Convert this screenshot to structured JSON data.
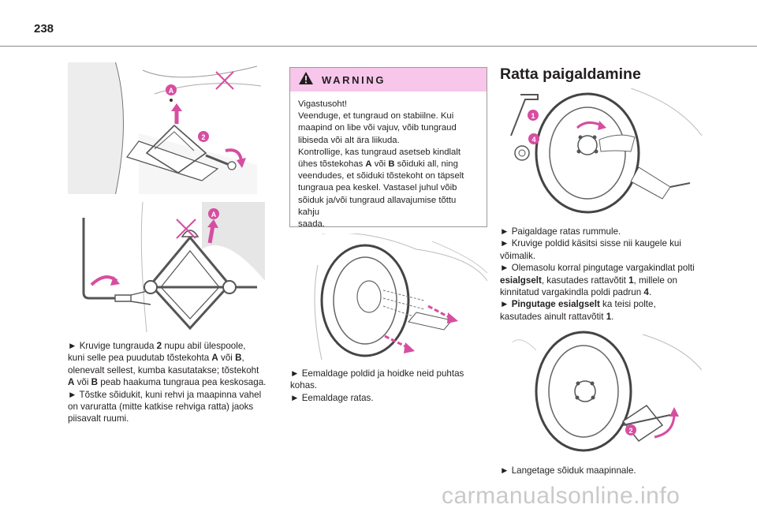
{
  "page": {
    "number": "238"
  },
  "col1": {
    "badges": {
      "a1": "A",
      "n2": "2",
      "a2": "A"
    },
    "line1": "► Kruvige tungrauda ",
    "line1_b": "2",
    "line1_c": " nupu abil ülespoole,",
    "line2": "kuni selle pea puudutab tõstekohta ",
    "line2_b1": "A",
    "line2_c": " või ",
    "line2_b2": "B",
    "line2_d": ",",
    "line3": "olenevalt sellest, kumba kasutatakse; tõstekoht",
    "line4_b1": "A",
    "line4_c": " või ",
    "line4_b2": "B",
    "line4_d": " peab haakuma tungraua pea keskosaga.",
    "line5": "► Tõstke sõidukit, kuni rehvi ja maapinna vahel",
    "line6": "on varuratta (mitte katkise rehviga ratta) jaoks",
    "line7": "piisavalt ruumi."
  },
  "warning": {
    "title": "WARNING",
    "l1": "Vigastusoht!",
    "l2": "Veenduge, et tungraud on stabiilne. Kui",
    "l3": "maapind on libe või vajuv, võib tungraud",
    "l4": "libiseda või alt ära liikuda.",
    "l5": "Kontrollige, kas tungraud asetseb kindlalt",
    "l6a": "ühes tõstekohas ",
    "l6b": "A",
    "l6c": " või ",
    "l6d": "B",
    "l6e": " sõiduki all, ning",
    "l7": "veendudes, et sõiduki tõstekoht on täpselt",
    "l8": "tungraua pea keskel. Vastasel juhul võib",
    "l9": "sõiduk ja/või tungraud allavajumise tõttu kahju",
    "l10": "saada."
  },
  "col2": {
    "l1": "► Eemaldage poldid ja hoidke neid puhtas",
    "l2": "kohas.",
    "l3": "► Eemaldage ratas."
  },
  "col3": {
    "title": "Ratta paigaldamine",
    "badges": {
      "n1": "1",
      "n4": "4",
      "n2": "2"
    },
    "l1": "► Paigaldage ratas rummule.",
    "l2": "► Kruvige poldid käsitsi sisse nii kaugele kui",
    "l3": "võimalik.",
    "l4": "► Olemasolu korral pingutage vargakindlat polti",
    "l5_b": "esialgselt",
    "l5_c": ", kasutades rattavõtit ",
    "l5_d": "1",
    "l5_e": ", millele on",
    "l6a": "kinnitatud vargakindla poldi padrun ",
    "l6b": "4",
    "l6c": ".",
    "l7a": "► ",
    "l7b": "Pingutage esialgselt",
    "l7c": " ka teisi polte,",
    "l8a": "kasutades ainult rattavõtit ",
    "l8b": "1",
    "l8c": ".",
    "l9": "► Langetage sõiduk maapinnale."
  },
  "watermark": "carmanualsonline.info",
  "colors": {
    "badge": "#d64ea0",
    "warning_bg": "#f7c6ea",
    "line": "#707070"
  },
  "icons": [
    "warning-triangle-icon"
  ]
}
